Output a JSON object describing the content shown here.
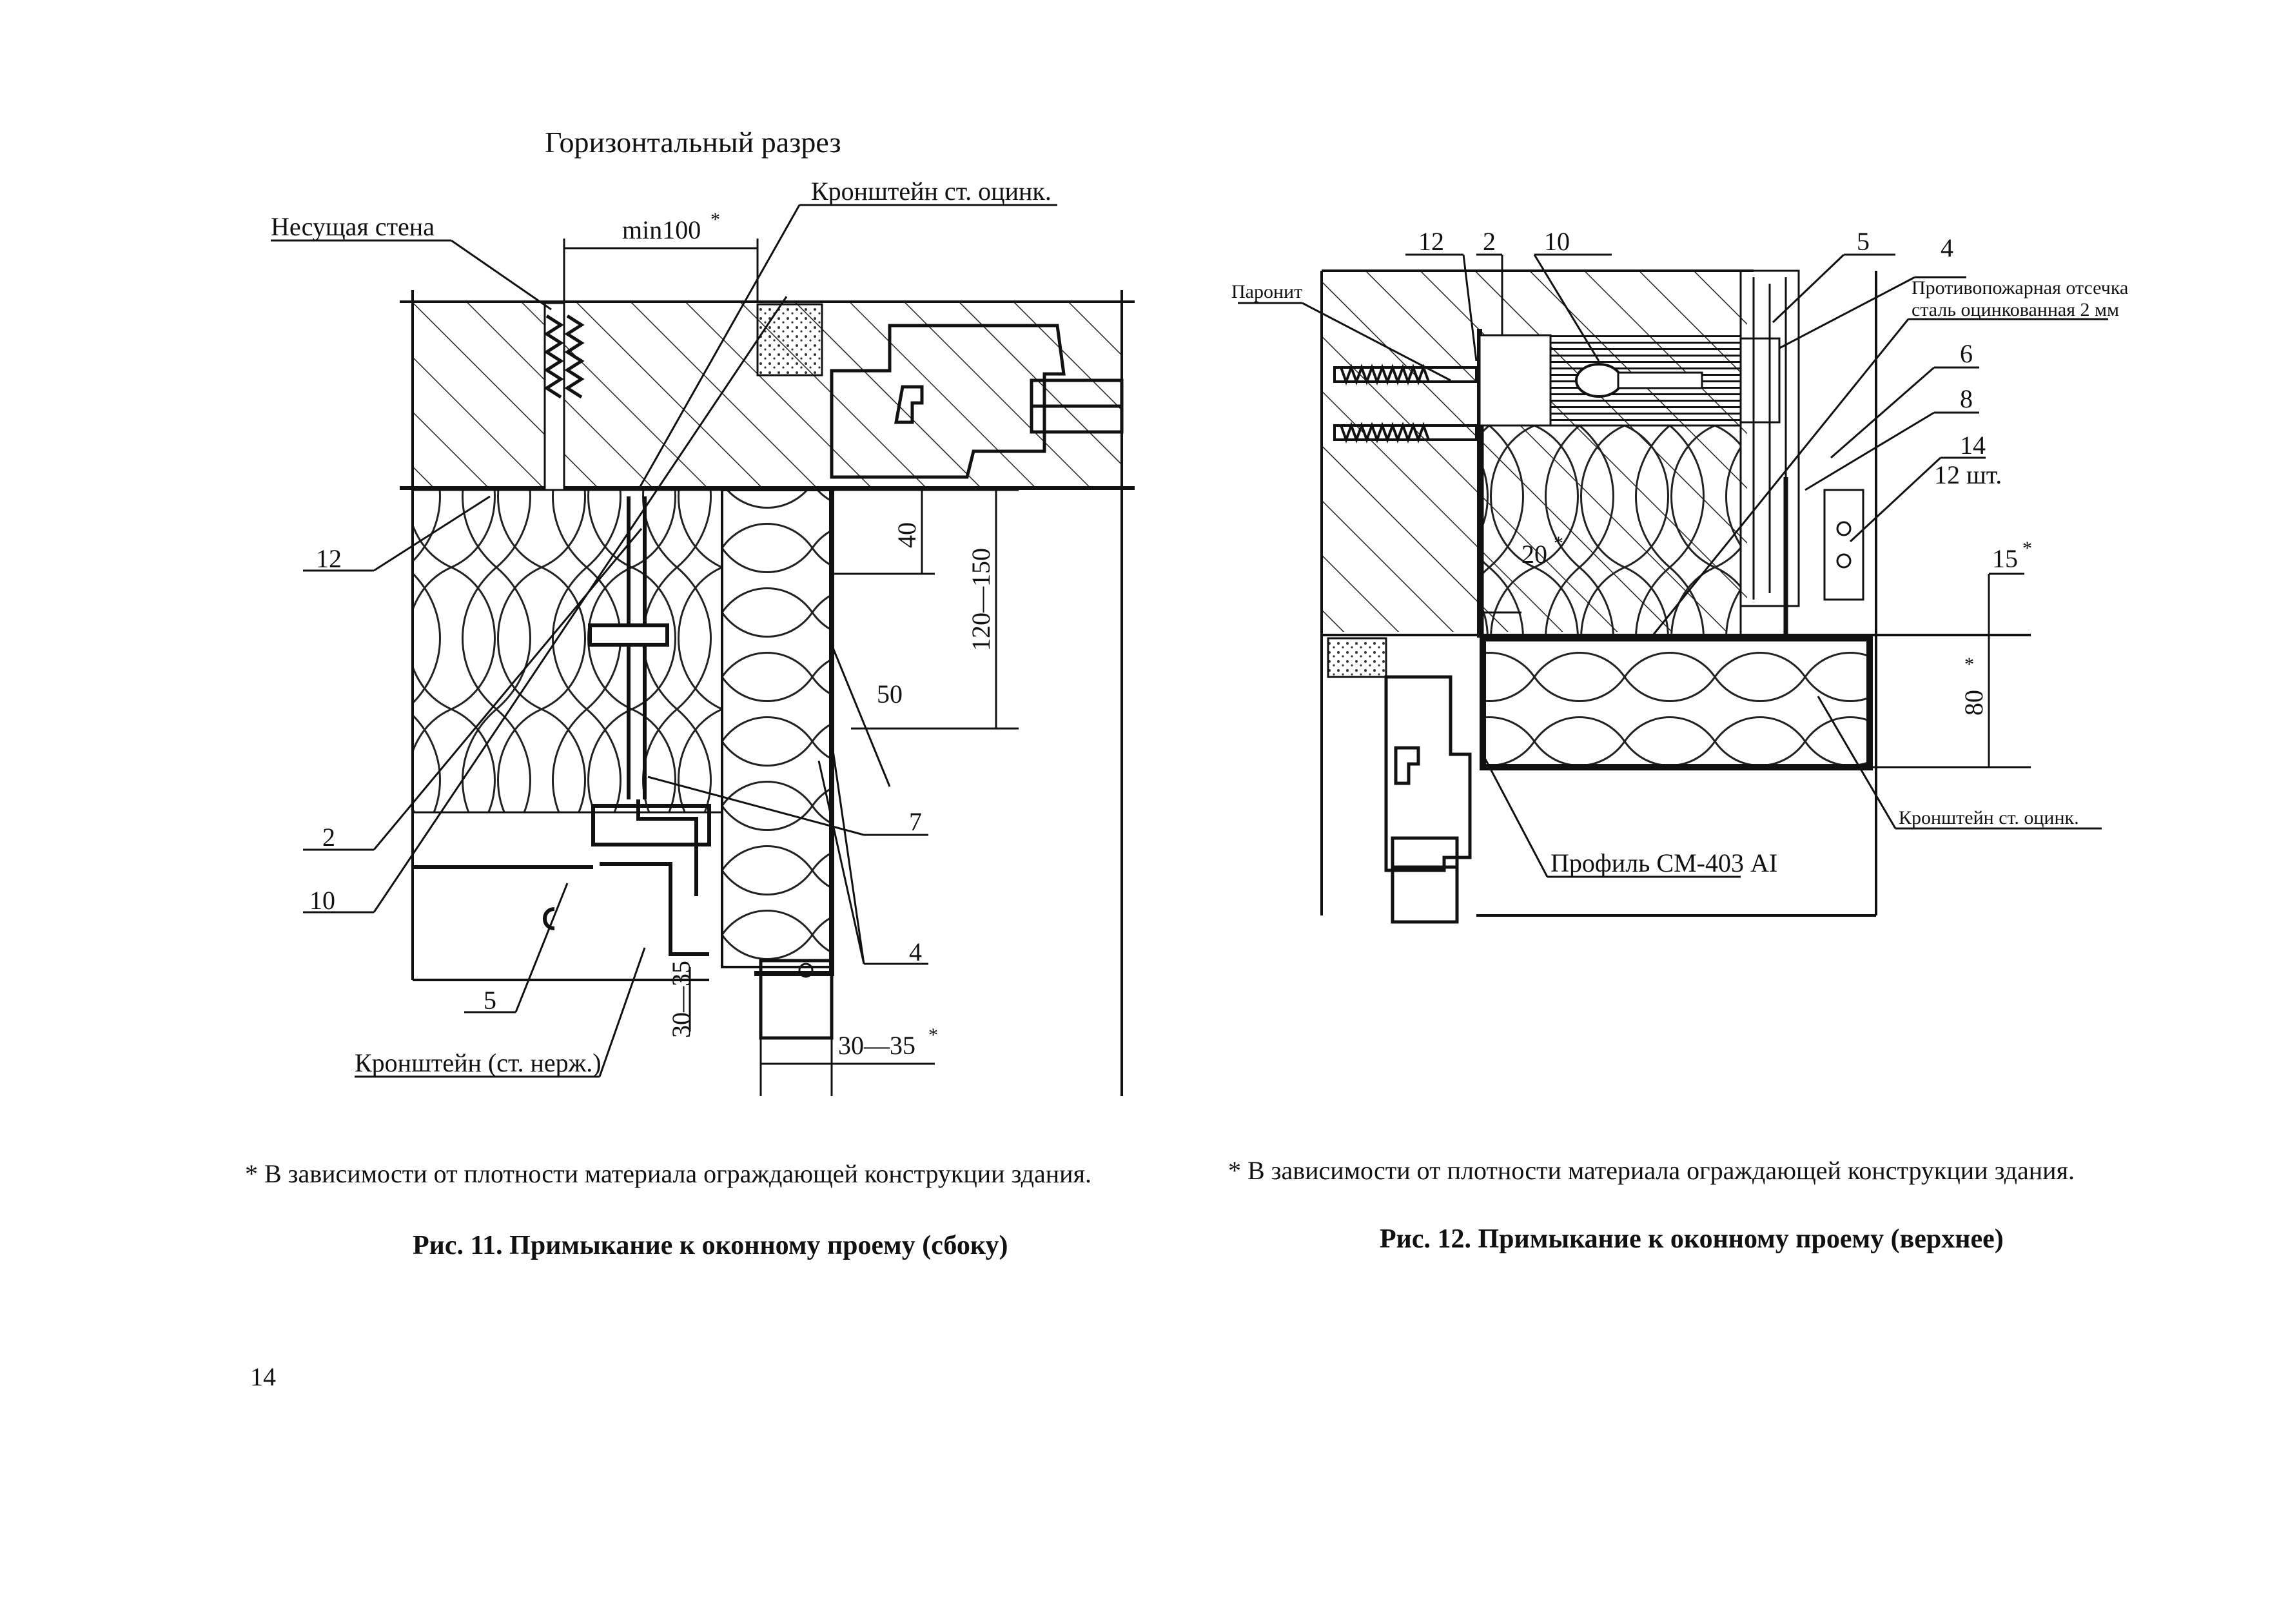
{
  "fig11": {
    "section_title": "Горизонтальный разрез",
    "labels": {
      "bearing_wall": "Несущая стена",
      "min_dim": "min100",
      "bracket_galv": "Кронштейн ст. оцинк.",
      "bracket_stainless": "Кронштейн (ст. нерж.)"
    },
    "dimensions": {
      "d40": "40",
      "d120_150": "120—150",
      "d50": "50",
      "d30_35_v": "30—35",
      "d30_35_h": "30—35"
    },
    "callouts": {
      "c12": "12",
      "c2": "2",
      "c10": "10",
      "c5": "5",
      "c4": "4",
      "c7": "7"
    },
    "star": "*",
    "footnote": "* В зависимости от плотности материала ограждающей конструкции здания.",
    "caption": "Рис. 11. Примыкание к оконному проему (сбоку)"
  },
  "fig12": {
    "labels": {
      "paronit": "Паронит",
      "fire_barrier_1": "Противопожарная отсечка",
      "fire_barrier_2": "сталь оцинкованная 2 мм",
      "qty": "12 шт.",
      "bracket_galv": "Кронштейн ст. оцинк.",
      "profile": "Профиль СМ-403 AI"
    },
    "dimensions": {
      "d20": "20",
      "d15": "15",
      "d80": "80"
    },
    "callouts": {
      "c12": "12",
      "c2": "2",
      "c10": "10",
      "c5": "5",
      "c4": "4",
      "c6": "6",
      "c8": "8",
      "c14": "14"
    },
    "star": "*",
    "footnote": "* В зависимости от плотности материала ограждающей конструкции здания.",
    "caption": "Рис. 12. Примыкание к оконному проему (верхнее)"
  },
  "page_number": "14"
}
